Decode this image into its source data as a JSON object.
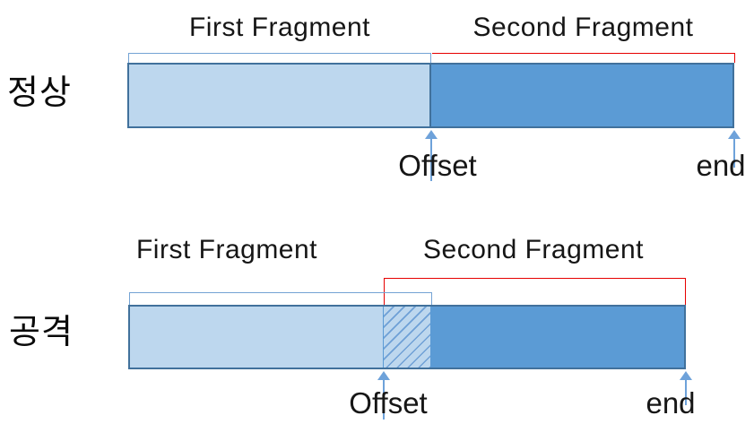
{
  "colors": {
    "light_fill": "#bdd7ee",
    "dark_fill": "#5b9bd5",
    "bar_border": "#41719c",
    "bracket_blue": "#74a3d4",
    "bracket_red": "#e60000",
    "arrow": "#6ea2da",
    "hatch": "#6fa0d6"
  },
  "rows": [
    {
      "name": "normal",
      "label": "정상",
      "first_fragment": "First Fragment",
      "second_fragment": "Second Fragment",
      "offset": "Offset",
      "end": "end"
    },
    {
      "name": "attack",
      "label": "공격",
      "first_fragment": "First Fragment",
      "second_fragment": "Second Fragment",
      "offset": "Offset",
      "end": "end"
    }
  ]
}
